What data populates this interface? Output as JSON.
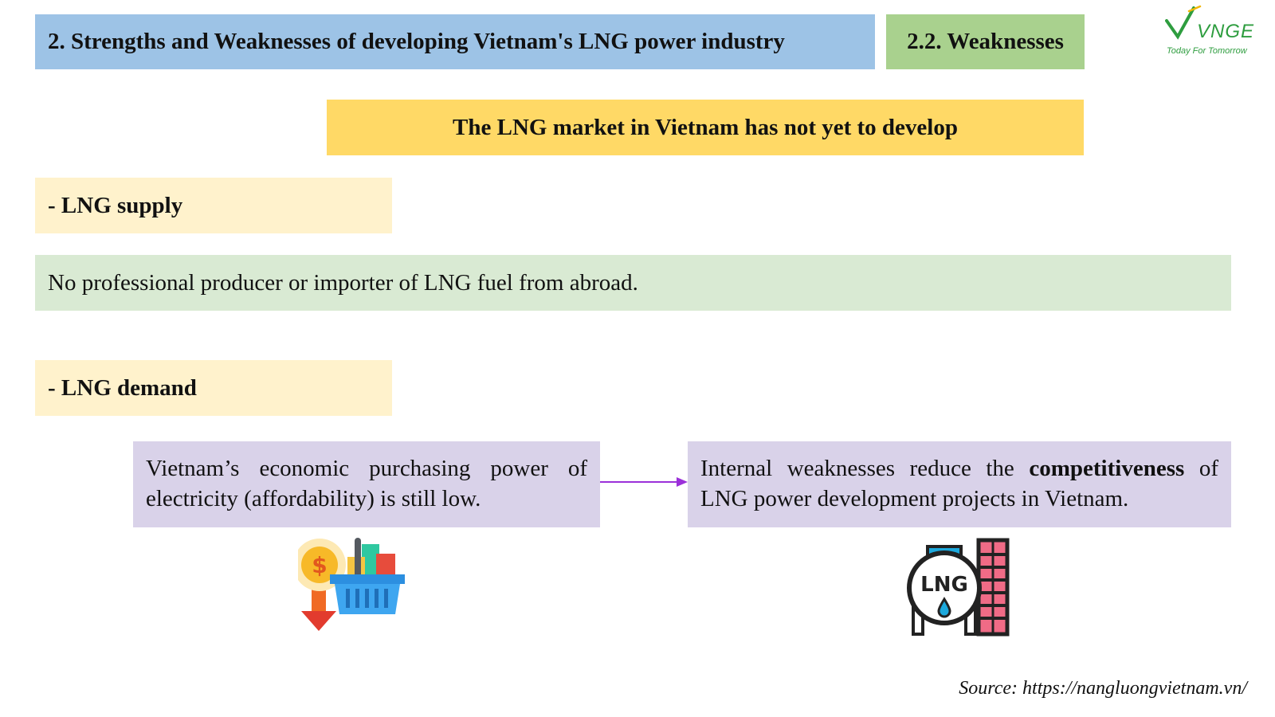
{
  "header": {
    "title": "2.  Strengths and Weaknesses of developing Vietnam's LNG power industry",
    "section": "2.2. Weaknesses"
  },
  "logo": {
    "name": "VNGE",
    "slogan": "Today For Tomorrow",
    "color": "#2e9d3f"
  },
  "banner": {
    "text": "The LNG market in Vietnam has not yet to develop"
  },
  "supply": {
    "label": "-  LNG supply",
    "text": "No professional producer or importer of LNG fuel from abroad."
  },
  "demand": {
    "label": "- LNG demand",
    "cause": "Vietnam’s economic purchasing power of electricity (affordability) is still low.",
    "effect_before": "Internal weaknesses reduce the ",
    "effect_bold": "competitiveness",
    "effect_after": " of LNG power development projects in Vietnam."
  },
  "icons": {
    "left": "shopping-basket-price-drop-icon",
    "right": "lng-tank-icon",
    "tank_label": "LNG"
  },
  "source": "Source: https://nangluongvietnam.vn/",
  "colors": {
    "title_bg": "#9dc3e6",
    "section_bg": "#a9d18e",
    "banner_bg": "#ffd966",
    "label_bg": "#fff2cc",
    "supply_bg": "#d9ead3",
    "demand_bg": "#d9d2e9",
    "arrow": "#9b30d9"
  }
}
